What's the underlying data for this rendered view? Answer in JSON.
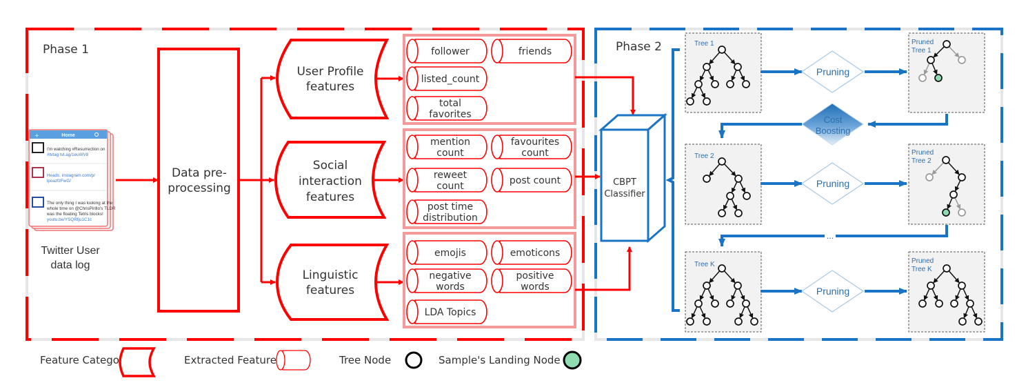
{
  "phase1": {
    "title": "Phase 1",
    "input": {
      "label_line1": "Twitter User",
      "label_line2": "data log",
      "card_header": "Home",
      "tweets": [
        {
          "line1": "I'm watching #Resurrection on",
          "line2": "#tvtag tvt.ag/1euWV8"
        },
        {
          "line1": "Heads. instagram.com/p/",
          "line2": "lpoazfzFwG/"
        },
        {
          "line1": "The only thing I was looking at the",
          "line2": "whole time on @ChrisPirillo's TLDR",
          "line3": "was the floating Tetris blocks!",
          "line4": "youtu.be/YSQRfju1C1c"
        }
      ]
    },
    "preprocess": {
      "line1": "Data pre-",
      "line2": "processing"
    },
    "categories": [
      {
        "name": "user-profile",
        "lines": [
          "User Profile",
          "features"
        ],
        "features": [
          {
            "lines": [
              "follower"
            ]
          },
          {
            "lines": [
              "friends"
            ]
          },
          {
            "lines": [
              "listed_count"
            ]
          },
          {
            "lines": [
              "total",
              "favorites"
            ]
          }
        ]
      },
      {
        "name": "social-interaction",
        "lines": [
          "Social",
          "interaction",
          "features"
        ],
        "features": [
          {
            "lines": [
              "mention",
              "count"
            ]
          },
          {
            "lines": [
              "favourites",
              "count"
            ]
          },
          {
            "lines": [
              "reweet",
              "count"
            ]
          },
          {
            "lines": [
              "post count"
            ]
          },
          {
            "lines": [
              "post time",
              "distribution"
            ]
          }
        ]
      },
      {
        "name": "linguistic",
        "lines": [
          "Linguistic",
          "features"
        ],
        "features": [
          {
            "lines": [
              "emojis"
            ]
          },
          {
            "lines": [
              "emoticons"
            ]
          },
          {
            "lines": [
              "negative",
              "words"
            ]
          },
          {
            "lines": [
              "positive",
              "words"
            ]
          },
          {
            "lines": [
              "LDA Topics"
            ]
          }
        ]
      }
    ]
  },
  "classifier": {
    "line1": "CBPT",
    "line2": "Classifier"
  },
  "phase2": {
    "title": "Phase 2",
    "trees": [
      {
        "name": "Tree 1",
        "pruned_line1": "Pruned",
        "pruned_line2": "Tree 1"
      },
      {
        "name": "Tree 2",
        "pruned_line1": "Pruned",
        "pruned_line2": "Tree 2"
      },
      {
        "name": "Tree K",
        "pruned_line1": "Pruned",
        "pruned_line2": "Tree K"
      }
    ],
    "pruning_label": "Pruning",
    "boosting": {
      "line1": "Cost",
      "line2": "Boosting"
    },
    "ellipsis": "..."
  },
  "legend": {
    "feature_category": "Feature Category",
    "extracted_feature": "Extracted Feature",
    "tree_node": "Tree Node",
    "landing_node": "Sample's Landing Node"
  },
  "colors": {
    "phase1_red": "#ff0000",
    "phase2_blue": "#1a73c4",
    "landing_green": "#8fdcb0",
    "panel_pink": "#f59a9a"
  }
}
